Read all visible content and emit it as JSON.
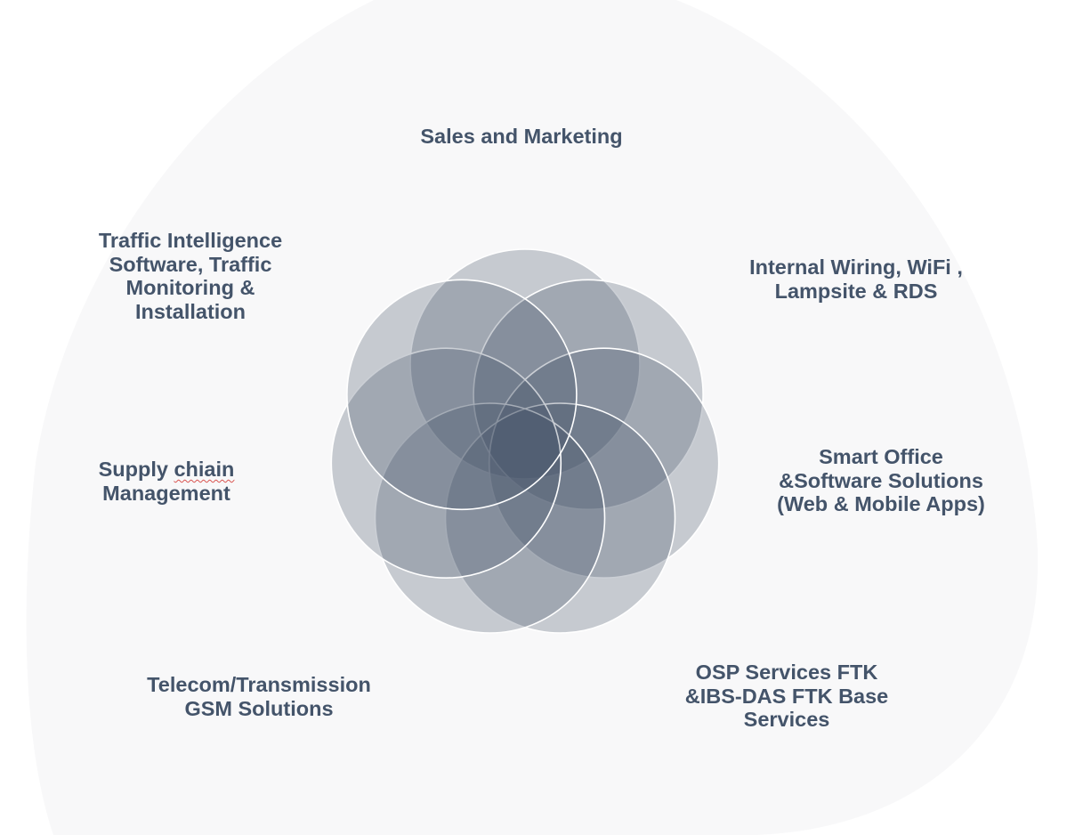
{
  "diagram": {
    "colors": {
      "background_blob": "#f8f8f9",
      "circle_fill": "#3f4c62",
      "circle_stroke": "#ffffff",
      "label_text": "#44546a",
      "spellcheck_underline": "#d9534f"
    },
    "petal_count": 7,
    "labels": {
      "sales": {
        "lines": [
          "Sales and Marketing"
        ]
      },
      "internal_wiring": {
        "lines": [
          "Internal Wiring, WiFi ,",
          "Lampsite & RDS"
        ]
      },
      "smart_office": {
        "lines": [
          "Smart Office",
          "&Software Solutions",
          "(Web & Mobile Apps)"
        ]
      },
      "osp": {
        "lines": [
          "OSP Services FTK",
          "&IBS-DAS FTK Base",
          "Services"
        ]
      },
      "telecom": {
        "lines": [
          "Telecom/Transmission",
          "GSM Solutions"
        ]
      },
      "supply_chain": {
        "line1_before": "Supply ",
        "line1_misspelled": "chiain",
        "line2": "Management"
      },
      "traffic": {
        "lines": [
          "Traffic Intelligence",
          "Software, Traffic",
          "Monitoring &",
          "Installation"
        ]
      }
    }
  }
}
